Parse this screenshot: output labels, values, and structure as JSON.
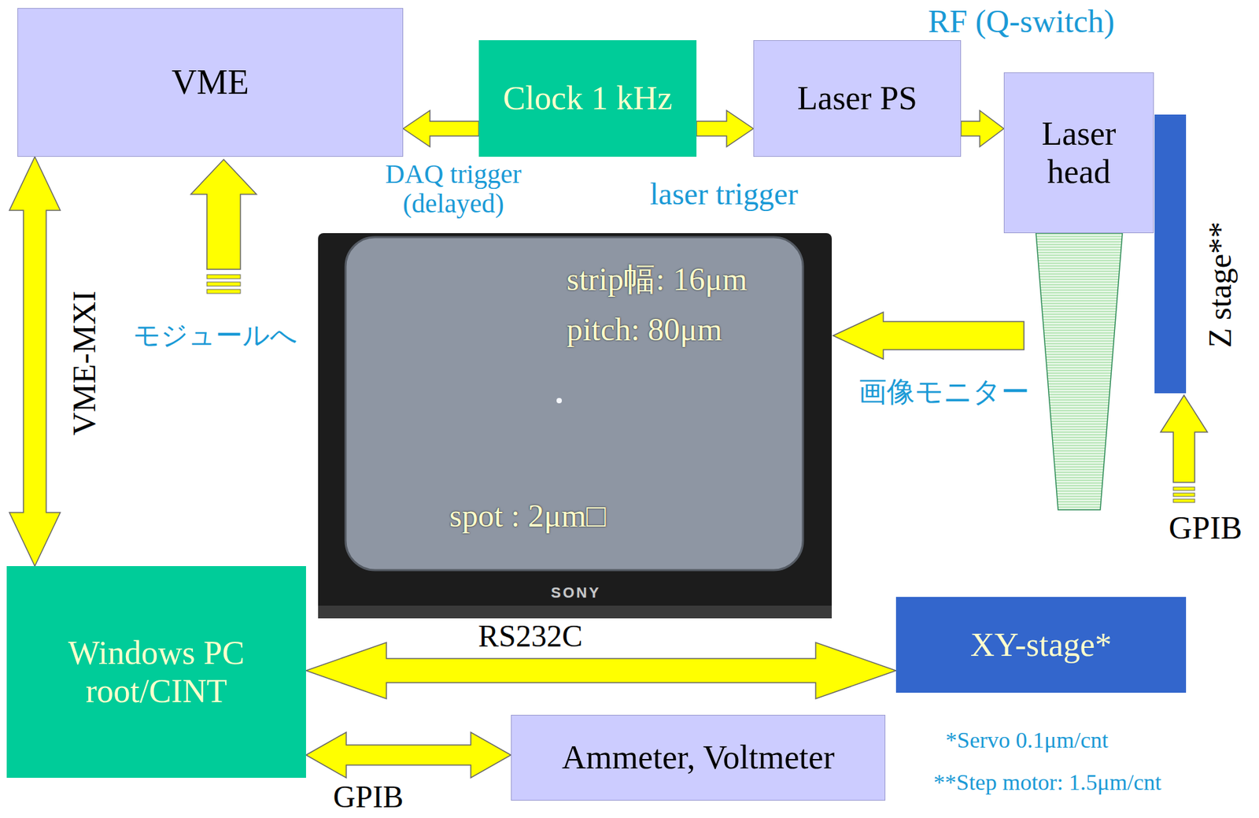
{
  "diagram": {
    "nodes": [
      {
        "text": [
          "VME"
        ]
      },
      {
        "text": [
          "Clock 1 kHz"
        ]
      },
      {
        "text": [
          "Laser PS"
        ]
      },
      {
        "text": [
          "Laser head"
        ]
      },
      {
        "text": [
          "Z stage**"
        ]
      },
      {
        "text": [
          "strip幅: 16μm",
          "pitch: 80μm",
          "spot : 2μm□",
          "SONY"
        ]
      },
      {
        "text": [
          "Windows PC root/CINT"
        ]
      },
      {
        "text": [
          "XY-stage*"
        ]
      },
      {
        "text": [
          "Ammeter, Voltmeter"
        ]
      }
    ],
    "edges": [
      {
        "from": 1,
        "to": 0,
        "arrow": "to",
        "label": "DAQ trigger (delayed)"
      },
      {
        "from": 1,
        "to": 2,
        "arrow": "to",
        "label": "laser trigger"
      },
      {
        "from": 2,
        "to": 3,
        "arrow": "to",
        "label": "RF (Q-switch)"
      },
      {
        "from": 0,
        "to": 6,
        "arrow": "both",
        "label": "VME-MXI"
      },
      {
        "from": 6,
        "to": 7,
        "arrow": "both",
        "label": "RS232C"
      },
      {
        "from": 6,
        "to": 8,
        "arrow": "both",
        "label": "GPIB"
      }
    ],
    "labels": [
      "モジュールへ",
      "画像モニター",
      "GPIB",
      "*Servo 0.1μm/cnt",
      "**Step motor: 1.5μm/cnt"
    ]
  }
}
